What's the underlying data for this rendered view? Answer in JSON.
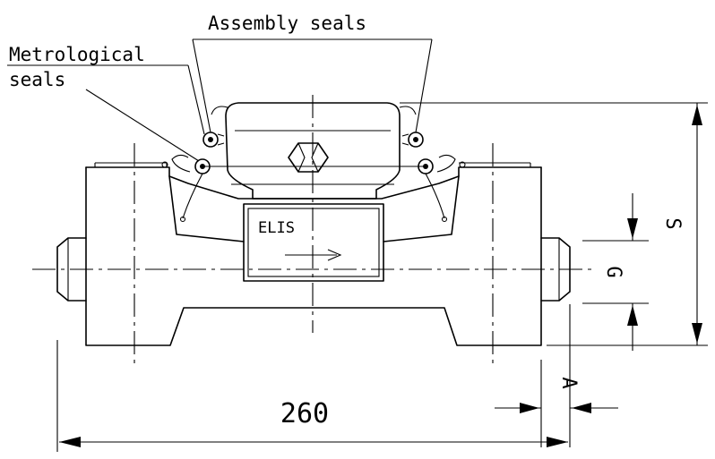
{
  "labels": {
    "assembly_seals": "Assembly seals",
    "metrological_line1": "Metrological",
    "metrological_line2": "seals",
    "brand": "ELIS",
    "dim_length": "260",
    "dim_a": "A",
    "dim_g": "G",
    "dim_s": "S"
  }
}
